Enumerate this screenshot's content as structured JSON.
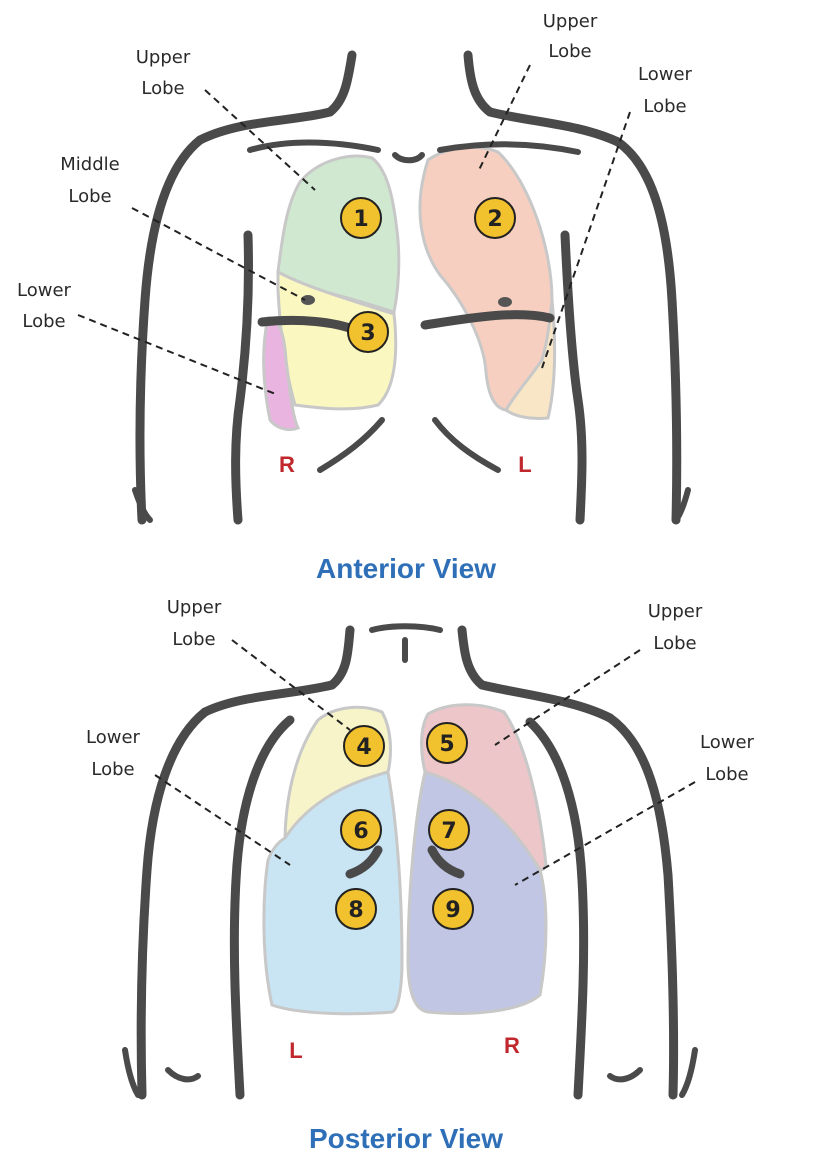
{
  "anterior": {
    "title": "Anterior View",
    "side_left": "R",
    "side_right": "L",
    "labels": {
      "right_upper": [
        "Upper",
        "Lobe"
      ],
      "right_middle": [
        "Middle",
        "Lobe"
      ],
      "right_lower": [
        "Lower",
        "Lobe"
      ],
      "left_upper": [
        "Upper",
        "Lobe"
      ],
      "left_lower": [
        "Lower",
        "Lobe"
      ]
    },
    "markers": [
      "1",
      "2",
      "3"
    ]
  },
  "posterior": {
    "title": "Posterior View",
    "side_left": "L",
    "side_right": "R",
    "labels": {
      "left_upper": [
        "Upper",
        "Lobe"
      ],
      "left_lower": [
        "Lower",
        "Lobe"
      ],
      "right_upper": [
        "Upper",
        "Lobe"
      ],
      "right_lower": [
        "Lower",
        "Lobe"
      ]
    },
    "markers": [
      "4",
      "5",
      "6",
      "7",
      "8",
      "9"
    ]
  },
  "colors": {
    "lobe_green": "#cfe8cf",
    "lobe_peach": "#f6cfc0",
    "lobe_yellow": "#fbf7c0",
    "lobe_pink": "#eab4e0",
    "lobe_cream": "#f8e6c6",
    "lobe_lightyellow": "#f6f4c8",
    "lobe_rose": "#ecc6c8",
    "lobe_lightblue": "#c9e4f3",
    "lobe_lavender": "#c1c6e4",
    "marker_fill": "#f2c12e",
    "side_label": "#c0282d",
    "view_title": "#2e6fb7",
    "body_outline": "#4a4a4a"
  }
}
